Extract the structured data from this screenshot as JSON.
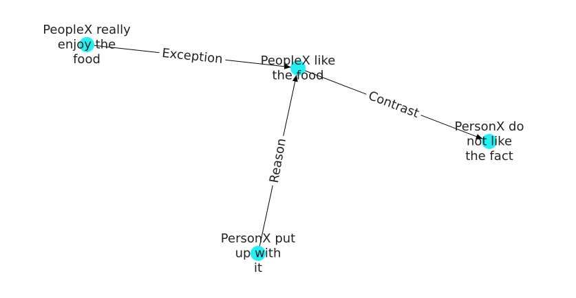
{
  "graph": {
    "node_color": "#22f0f2",
    "edge_color": "#000000",
    "nodes": [
      {
        "id": "n1",
        "lines": [
          "PeopleX really",
          "enjoy the",
          "food"
        ]
      },
      {
        "id": "n2",
        "lines": [
          "PeopleX like",
          "the food"
        ]
      },
      {
        "id": "n3",
        "lines": [
          "PersonX do",
          "not like",
          "the fact"
        ]
      },
      {
        "id": "n4",
        "lines": [
          "PersonX put",
          "up with",
          "it"
        ]
      }
    ],
    "edges": [
      {
        "id": "e1",
        "from": "n1",
        "to": "n2",
        "label": "Exception"
      },
      {
        "id": "e2",
        "from": "n2",
        "to": "n3",
        "label": "Contrast"
      },
      {
        "id": "e3",
        "from": "n4",
        "to": "n2",
        "label": "Reason"
      }
    ]
  }
}
